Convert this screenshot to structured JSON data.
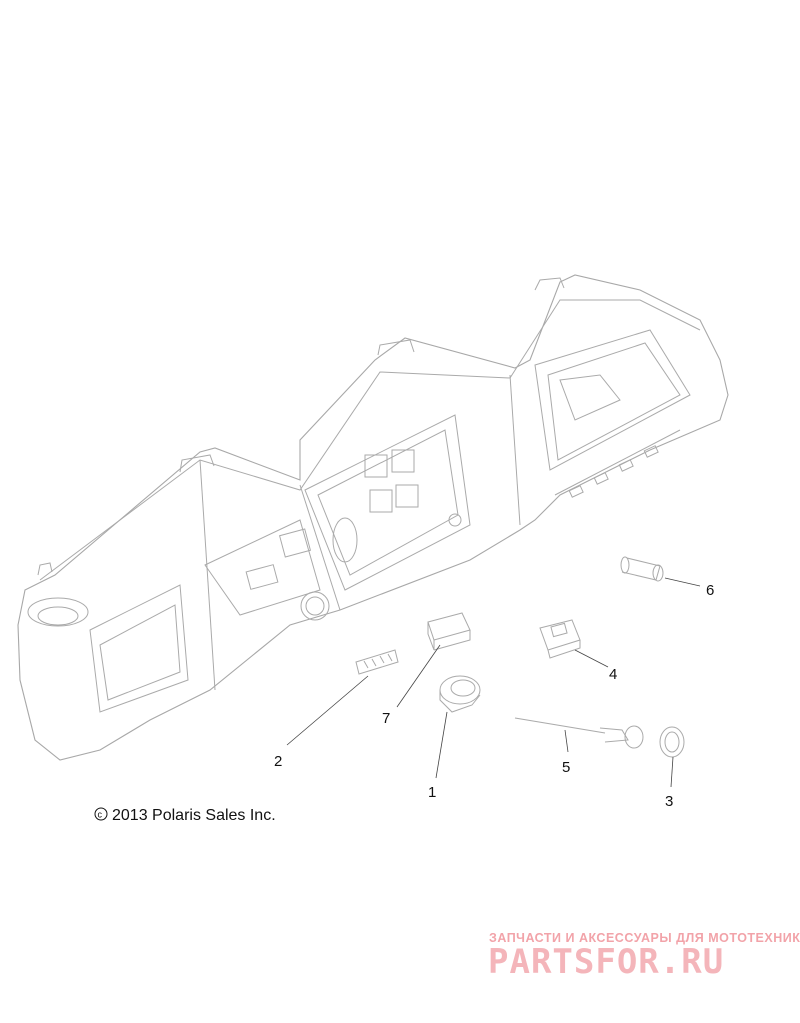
{
  "copyright": {
    "symbol": "c",
    "text": "2013 Polaris Sales Inc."
  },
  "callouts": [
    {
      "number": "1"
    },
    {
      "number": "2"
    },
    {
      "number": "3"
    },
    {
      "number": "4"
    },
    {
      "number": "5"
    },
    {
      "number": "6"
    },
    {
      "number": "7"
    }
  ],
  "watermark": {
    "tagline": "ЗАПЧАСТИ И АКСЕССУАРЫ ДЛЯ МОТОТЕХНИКИ",
    "logo": "PARTSFOR.RU",
    "color": "#f2a3a9"
  }
}
